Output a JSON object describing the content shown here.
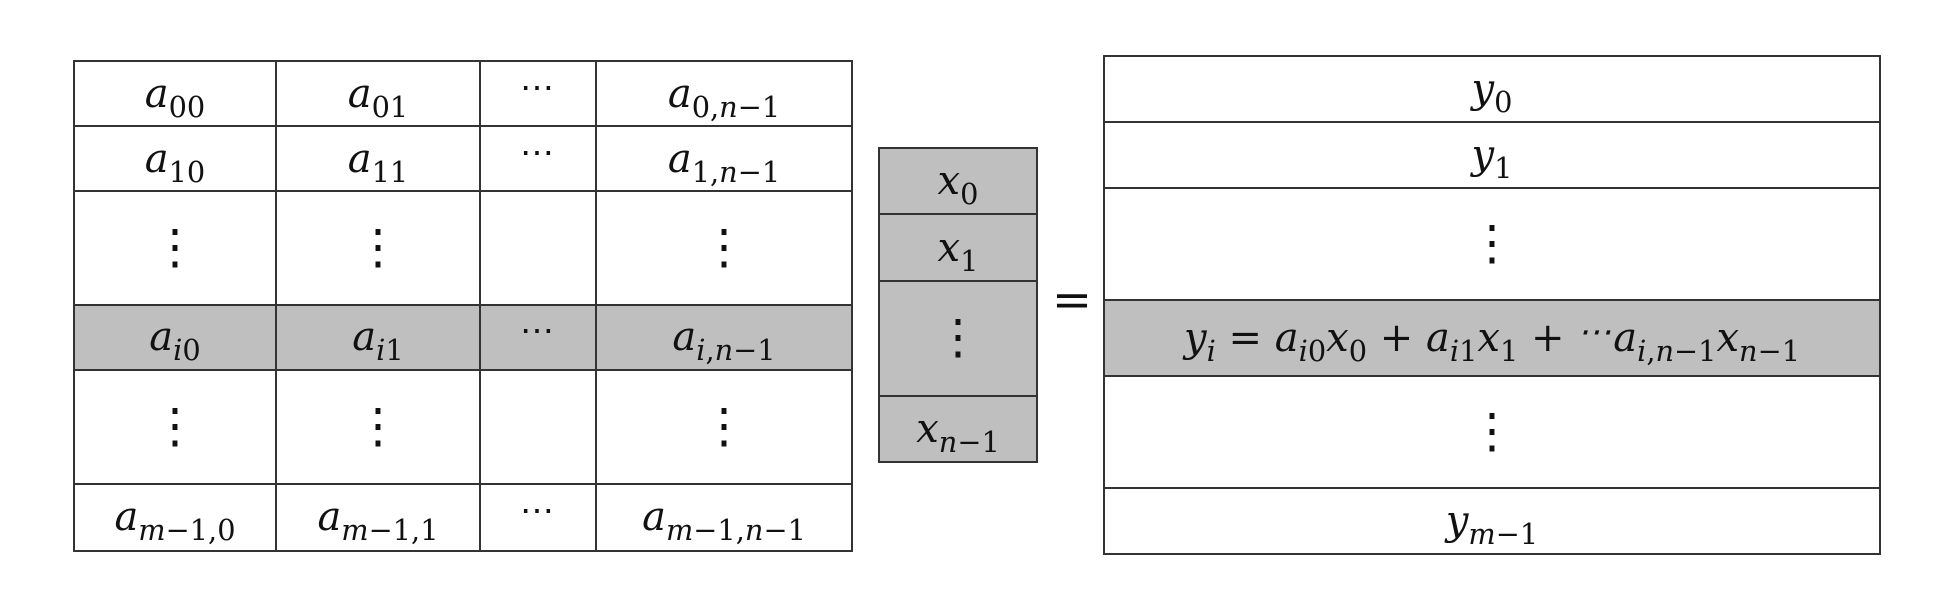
{
  "matrix_a": {
    "rows": [
      [
        "a00",
        "a01",
        "⋯",
        "a0,n−1"
      ],
      [
        "a10",
        "a11",
        "⋯",
        "a1,n−1"
      ],
      [
        "⋮",
        "⋮",
        "",
        "⋮"
      ],
      [
        "ai0",
        "ai1",
        "⋯",
        "ai,n−1"
      ],
      [
        "⋮",
        "⋮",
        "",
        "⋮"
      ],
      [
        "am−1,0",
        "am−1,1",
        "⋯",
        "am−1,n−1"
      ]
    ],
    "highlighted_row_index": 3
  },
  "vector_x": {
    "entries": [
      "x0",
      "x1",
      "⋮",
      "xn−1"
    ]
  },
  "equals": "=",
  "vector_y": {
    "entries": [
      "y0",
      "y1",
      "⋮",
      "yi = ai0x0 + ai1x1 + ⋯ai,n−1xn−1",
      "⋮",
      "ym−1"
    ],
    "highlighted_row_index": 3
  },
  "colors": {
    "highlight": "#bfbfbf",
    "border": "#333333",
    "background": "#ffffff"
  }
}
